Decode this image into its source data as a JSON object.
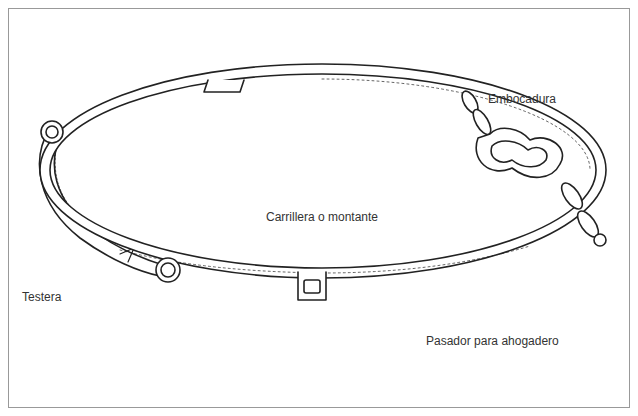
{
  "diagram": {
    "labels": [
      "Embocadura",
      "Carrillera o montante",
      "Testera",
      "Pasador para ahogadero"
    ]
  }
}
